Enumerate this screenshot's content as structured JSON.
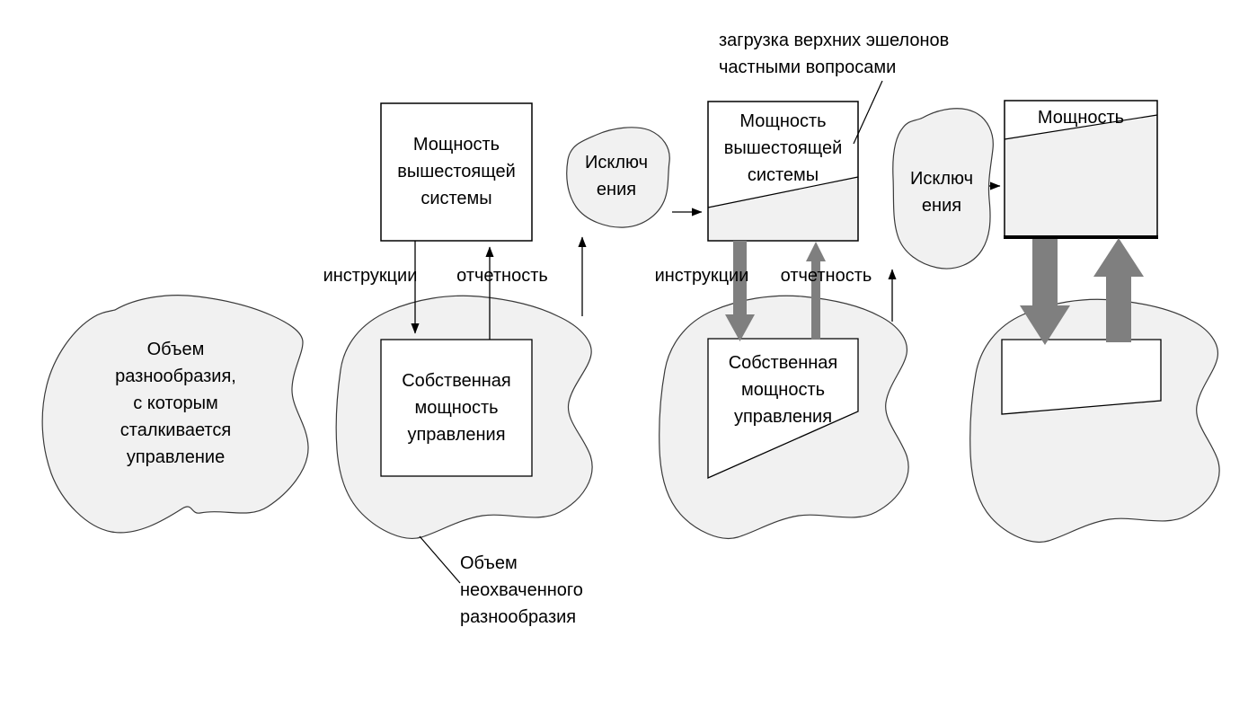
{
  "colors": {
    "blob_fill": "#f1f1f1",
    "wedge_fill": "#f1f1f1",
    "thick_arrow": "#7f7f7f"
  },
  "diagram": {
    "variety_blob_label": "Объем\nразнообразия,\nс которым\nсталкивается\nуправление",
    "stage1": {
      "upper_box_label": "Мощность\nвышестоящей\nсистемы",
      "instructions_label": "инструкции",
      "reporting_label": "отчетность",
      "own_capacity_label": "Собственная\nмощность\nуправления"
    },
    "exceptions1_label": "Исключ\nения",
    "annotation_label": "загрузка верхних эшелонов\nчастными вопросами",
    "stage2": {
      "upper_box_label": "Мощность\nвышестоящей\nсистемы",
      "instructions_label": "инструкции",
      "reporting_label": "отчетность",
      "own_capacity_label": "Собственная\nмощность\nуправления"
    },
    "exceptions2_label": "Исключ\nения",
    "stage3": {
      "upper_box_label": "Мощность"
    },
    "uncovered_label": "Объем\nнеохваченного\nразнообразия"
  }
}
